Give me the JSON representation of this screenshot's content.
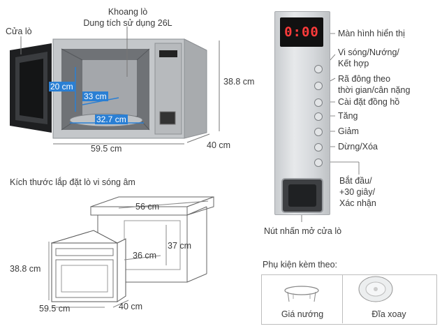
{
  "top_diagram": {
    "door_label": "Cửa lò",
    "cavity_label_line1": "Khoang lò",
    "cavity_label_line2": "Dung tích sử dụng 26L",
    "dim_height": "38.8 cm",
    "dim_width": "59.5 cm",
    "dim_depth": "40 cm",
    "inner_height": "20 cm",
    "inner_depth": "33 cm",
    "inner_width": "32.7 cm"
  },
  "install_diagram": {
    "title": "Kích thước lắp đặt lò vi sóng âm",
    "cab_width": "56 cm",
    "cab_height": "37 cm",
    "cab_depth": "36 cm",
    "oven_height": "38.8 cm",
    "oven_width": "59.5 cm",
    "oven_depth": "40 cm"
  },
  "control_panel": {
    "display_value": "0:00",
    "callouts": {
      "display": "Màn hình hiển thị",
      "mode_line1": "Vi sóng/Nướng/",
      "mode_line2": "Kết hợp",
      "defrost_line1": "Rã đông theo",
      "defrost_line2": "thời gian/cân nặng",
      "clock": "Cài đặt đồng hồ",
      "increase": "Tăng",
      "decrease": "Giảm",
      "stop": "Dừng/Xóa",
      "start_line1": "Bắt đầu/",
      "start_line2": "+30 giây/",
      "start_line3": "Xác nhận",
      "door_button": "Nút nhấn mở cửa lò"
    }
  },
  "accessories": {
    "title": "Phụ kiện kèm theo:",
    "items": [
      "Giá nướng",
      "Đĩa xoay"
    ]
  }
}
